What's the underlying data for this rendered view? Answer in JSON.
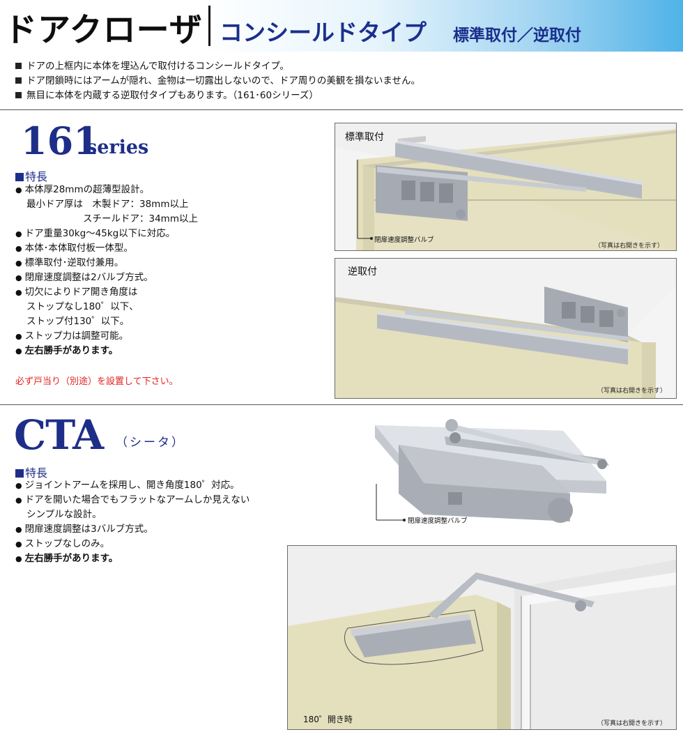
{
  "header": {
    "title": "ドアクローザ",
    "subtitle": "コンシールドタイプ",
    "subtitle2": "標準取付／逆取付"
  },
  "intro": [
    "ドアの上框内に本体を埋込んで取付けるコンシールドタイプ。",
    "ドア閉鎖時にはアームが隠れ、金物は一切露出しないので、ドア周りの美観を損ないません。",
    "無目に本体を内蔵する逆取付タイプもあります。（161･60シリーズ）"
  ],
  "series161": {
    "number": "161",
    "word": "series",
    "features_heading": "特長",
    "features": [
      {
        "text": "本体厚28mmの超薄型設計。",
        "type": "bullet"
      },
      {
        "text": "最小ドア厚は　木製ドア：38mm以上",
        "type": "cont"
      },
      {
        "text": "　　　　　　スチールドア：34mm以上",
        "type": "cont"
      },
      {
        "text": "ドア重量30kg～45kg以下に対応。",
        "type": "bullet"
      },
      {
        "text": "本体･本体取付板一体型。",
        "type": "bullet"
      },
      {
        "text": "標準取付･逆取付兼用。",
        "type": "bullet"
      },
      {
        "text": "閉扉速度調整は2バルブ方式。",
        "type": "bullet"
      },
      {
        "text": "切欠によりドア開き角度は",
        "type": "bullet"
      },
      {
        "text": "ストップなし180゜以下、",
        "type": "cont"
      },
      {
        "text": "ストップ付130゜以下。",
        "type": "cont"
      },
      {
        "text": "ストップ力は調整可能。",
        "type": "bullet"
      },
      {
        "text": "左右勝手があります。",
        "type": "bullet-bold"
      }
    ],
    "warning": "必ず戸当り（別途）を設置して下さい。"
  },
  "panels": {
    "standard": {
      "label": "標準取付",
      "valve_label": "閉扉速度調整バルブ",
      "note": "（写真は右開きを示す）"
    },
    "reverse": {
      "label": "逆取付",
      "note": "（写真は右開きを示す）"
    },
    "cta_open": {
      "label": "180゜開き時",
      "note": "（写真は右開きを示す）"
    }
  },
  "cta": {
    "name": "CTA",
    "kana": "（シータ）",
    "features_heading": "特長",
    "features": [
      {
        "text": "ジョイントアームを採用し、開き角度180゜対応。",
        "type": "bullet"
      },
      {
        "text": "ドアを開いた場合でもフラットなアームしか見えない",
        "type": "bullet"
      },
      {
        "text": "シンプルな設計。",
        "type": "cont"
      },
      {
        "text": "閉扉速度調整は3バルブ方式。",
        "type": "bullet"
      },
      {
        "text": "ストップなしのみ。",
        "type": "bullet"
      },
      {
        "text": "左右勝手があります。",
        "type": "bullet-bold"
      }
    ],
    "valve_label": "閉扉速度調整バルブ"
  },
  "colors": {
    "navy": "#1e2e88",
    "warning": "#e0241e",
    "wall": "#e4dfbd",
    "metal": "#b9bec6"
  }
}
